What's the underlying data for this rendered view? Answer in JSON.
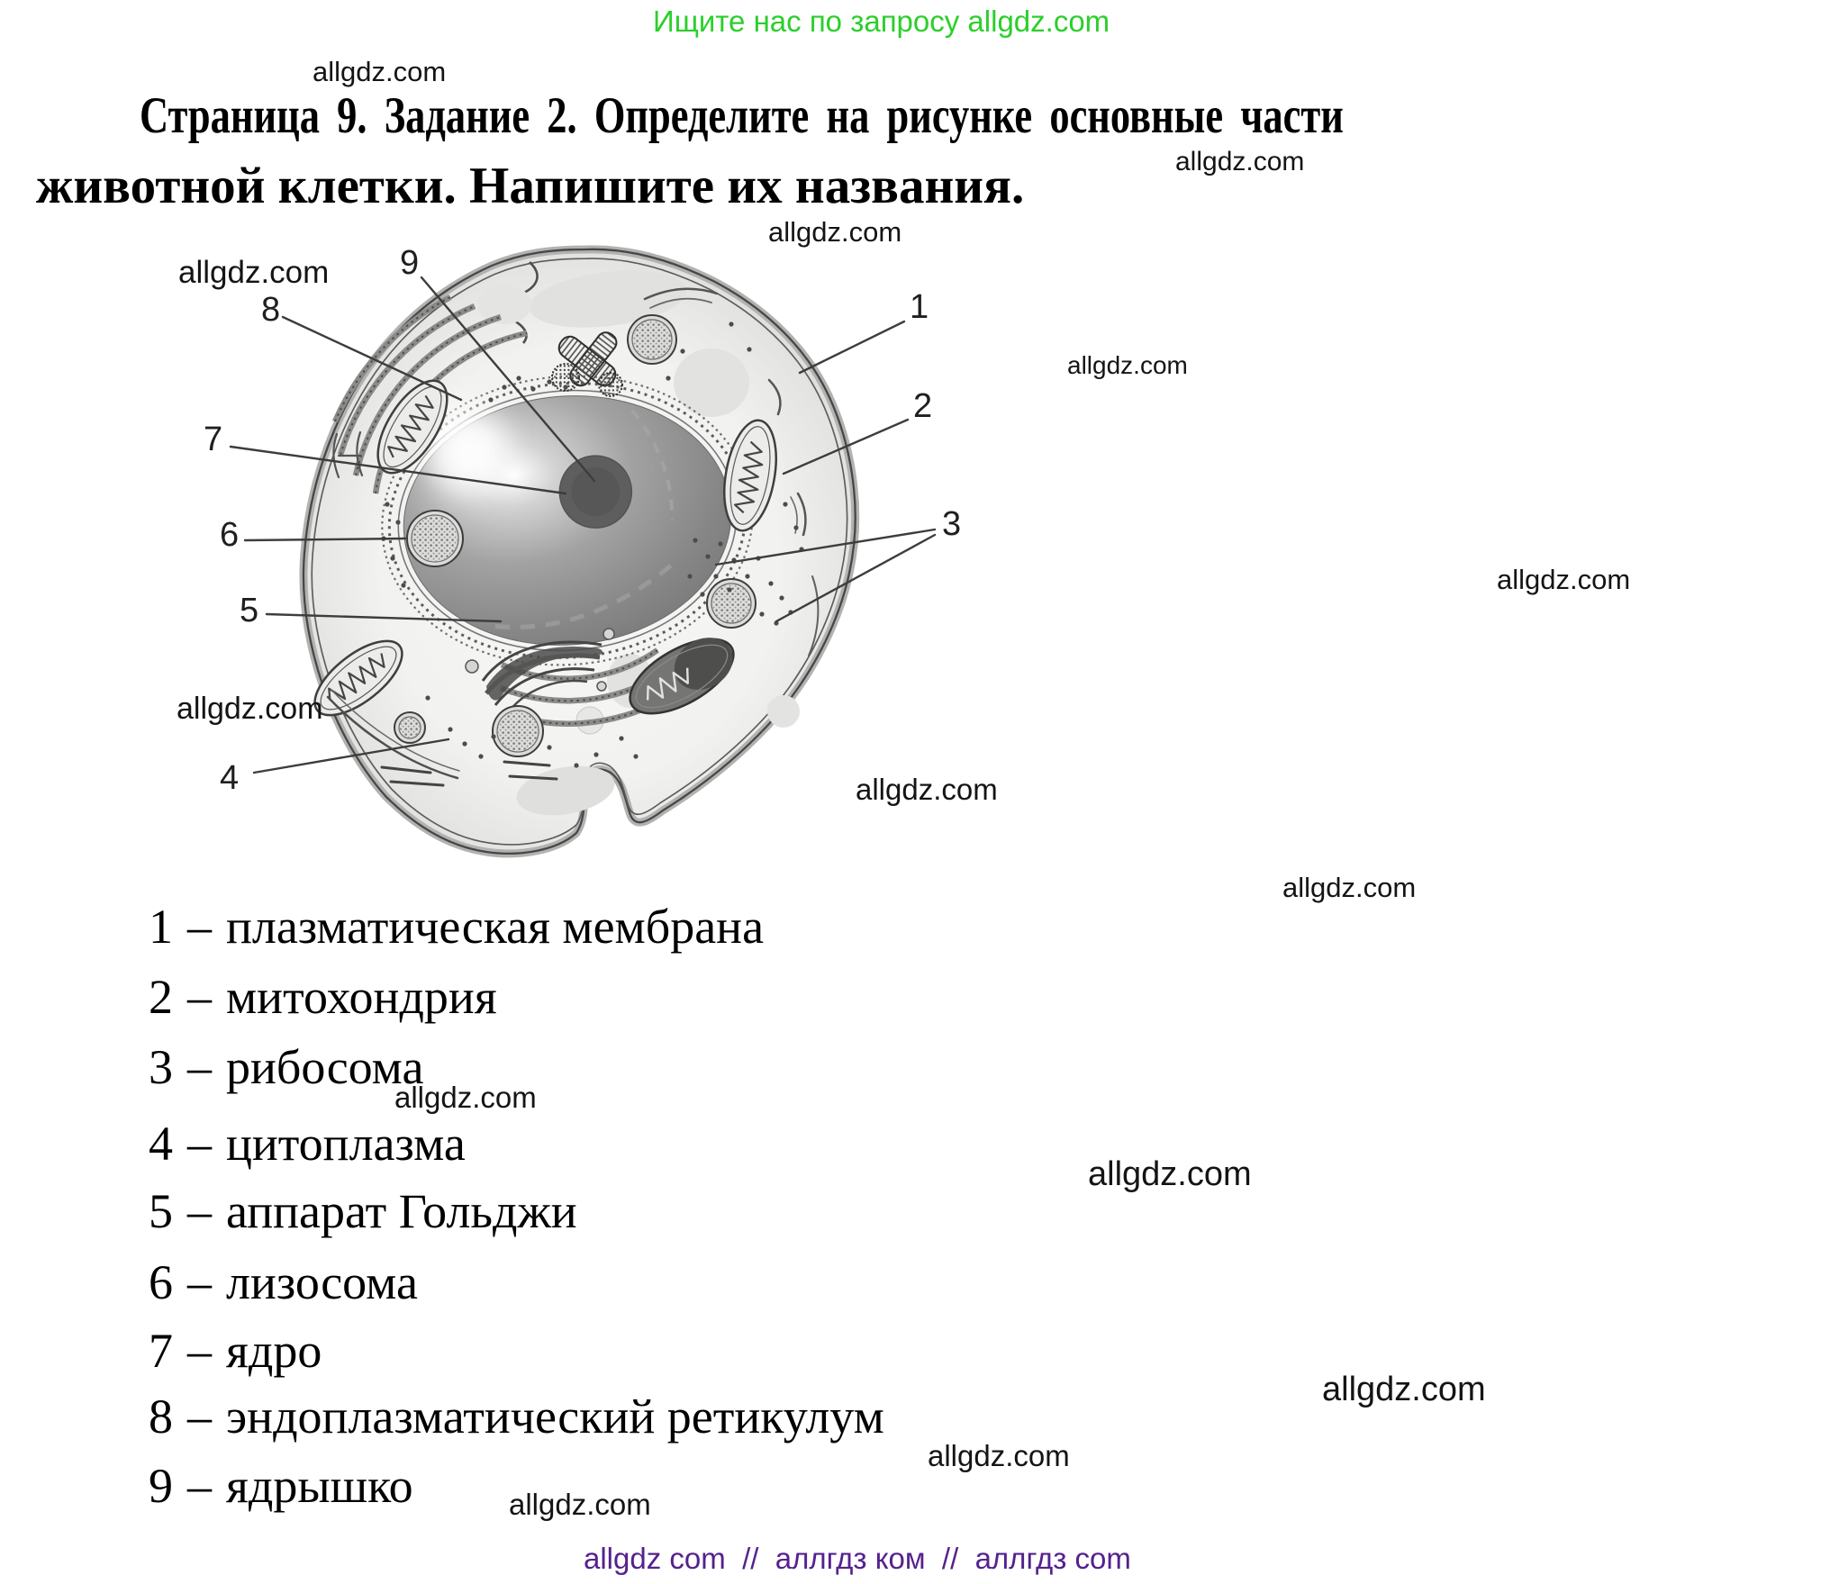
{
  "promo_header": {
    "text": "Ищите нас по запросу allgdz.com",
    "color": "#2bcf2b"
  },
  "watermark": {
    "text": "allgdz.com",
    "color": "#141414"
  },
  "title": {
    "line1": "Страница 9. Задание 2. Определите на рисунке основные части",
    "line2": "животной клетки. Напишите их названия."
  },
  "diagram": {
    "labels": [
      "1",
      "2",
      "3",
      "4",
      "5",
      "6",
      "7",
      "8",
      "9"
    ]
  },
  "answers": {
    "separator": "–",
    "items": [
      {
        "num": "1",
        "label": "плазматическая мембрана"
      },
      {
        "num": "2",
        "label": "митохондрия"
      },
      {
        "num": "3",
        "label": "рибосома"
      },
      {
        "num": "4",
        "label": "цитоплазма"
      },
      {
        "num": "5",
        "label": "аппарат Гольджи"
      },
      {
        "num": "6",
        "label": "лизосома"
      },
      {
        "num": "7",
        "label": "ядро"
      },
      {
        "num": "8",
        "label": "эндоплазматический ретикулум"
      },
      {
        "num": "9",
        "label": "ядрышко"
      }
    ]
  },
  "footer": {
    "text": "allgdz com  //  аллгдз ком  //  аллгдз com",
    "color": "#55218e"
  }
}
